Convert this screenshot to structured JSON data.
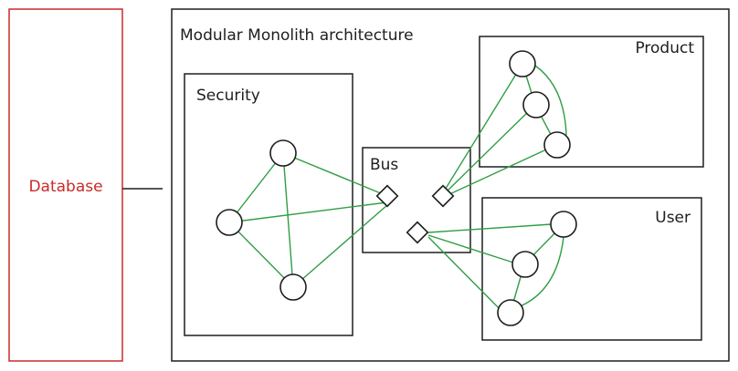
{
  "title": "Modular Monolith architecture",
  "colors": {
    "ink": "#1e1e1e",
    "database": "#c92a2a",
    "edge": "#2f9e44"
  },
  "database": {
    "label": "Database"
  },
  "modules": [
    {
      "id": "security",
      "label": "Security",
      "nodes": 3
    },
    {
      "id": "bus",
      "label": "Bus",
      "nodes": 3
    },
    {
      "id": "product",
      "label": "Product",
      "nodes": 3
    },
    {
      "id": "user",
      "label": "User",
      "nodes": 3
    }
  ]
}
